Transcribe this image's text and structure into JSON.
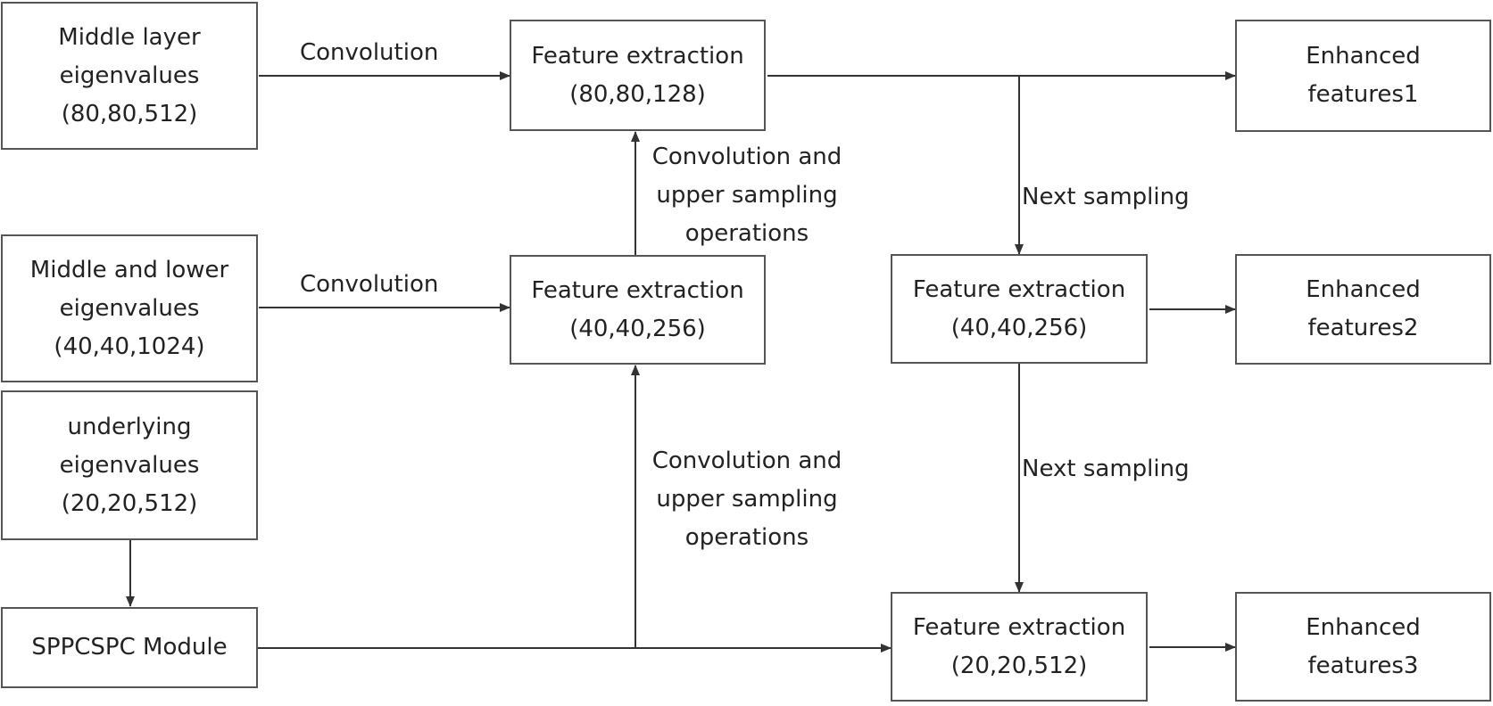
{
  "inputs": {
    "middle_layer": [
      "Middle layer",
      "eigenvalues",
      "(80,80,512)"
    ],
    "middle_lower": [
      "Middle and lower",
      "eigenvalues",
      "(40,40,1024)"
    ],
    "underlying": [
      "underlying",
      "eigenvalues",
      "(20,20,512)"
    ],
    "spp": "SPPCSPC Module"
  },
  "extract": {
    "fe1": [
      "Feature extraction",
      "(80,80,128)"
    ],
    "fe2": [
      "Feature extraction",
      "(40,40,256)"
    ],
    "fe3": [
      "Feature extraction",
      "(40,40,256)"
    ],
    "fe4": [
      "Feature extraction",
      "(20,20,512)"
    ]
  },
  "outputs": {
    "out1": [
      "Enhanced",
      "features1"
    ],
    "out2": [
      "Enhanced",
      "features2"
    ],
    "out3": [
      "Enhanced",
      "features3"
    ]
  },
  "labels": {
    "conv1": "Convolution",
    "conv2": "Convolution",
    "up1": [
      "Convolution and",
      "upper sampling",
      "operations"
    ],
    "up2": [
      "Convolution and",
      "upper sampling",
      "operations"
    ],
    "down1": "Next sampling",
    "down2": "Next sampling"
  }
}
